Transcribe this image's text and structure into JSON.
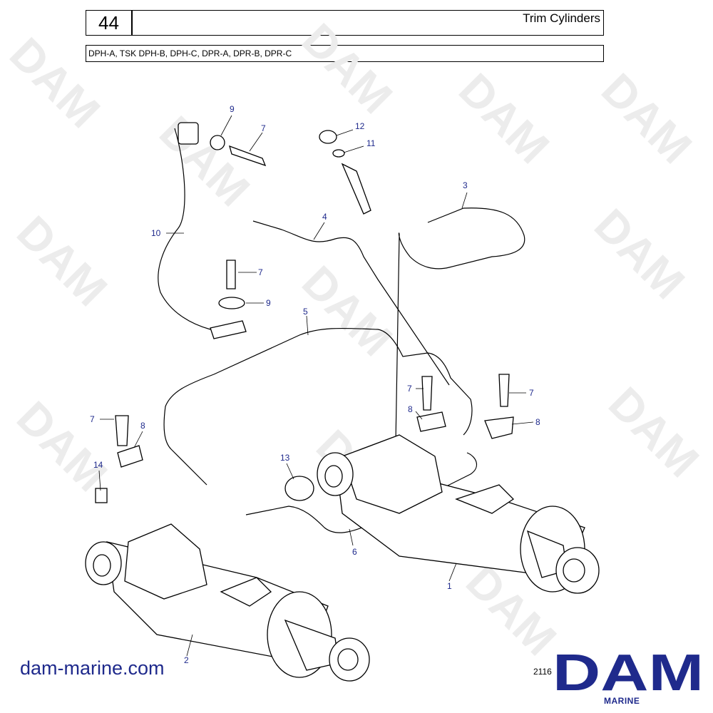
{
  "header": {
    "page_number": "44",
    "title": "Trim Cylinders",
    "models": "DPH-A, TSK DPH-B, DPH-C, DPR-A, DPR-B, DPR-C"
  },
  "watermark": {
    "text": "DAM",
    "color": "#ececec"
  },
  "callouts": {
    "c9a": "9",
    "c7a": "7",
    "c12": "12",
    "c11": "11",
    "c3": "3",
    "c10": "10",
    "c4": "4",
    "c7b": "7",
    "c9b": "9",
    "c5": "5",
    "c7c": "7",
    "c8a": "8",
    "c14": "14",
    "c13": "13",
    "c6": "6",
    "c2": "2",
    "c1": "1",
    "c7d": "7",
    "c8b": "8",
    "c7e": "7",
    "c8c": "8"
  },
  "footer": {
    "website": "dam-marine.com",
    "diagram_code": "2116",
    "logo_text": "DAM",
    "logo_subtext": "MARINE"
  },
  "colors": {
    "brand_blue": "#1f2a8c",
    "callout_blue": "#1f2a8c",
    "line": "#000000"
  }
}
